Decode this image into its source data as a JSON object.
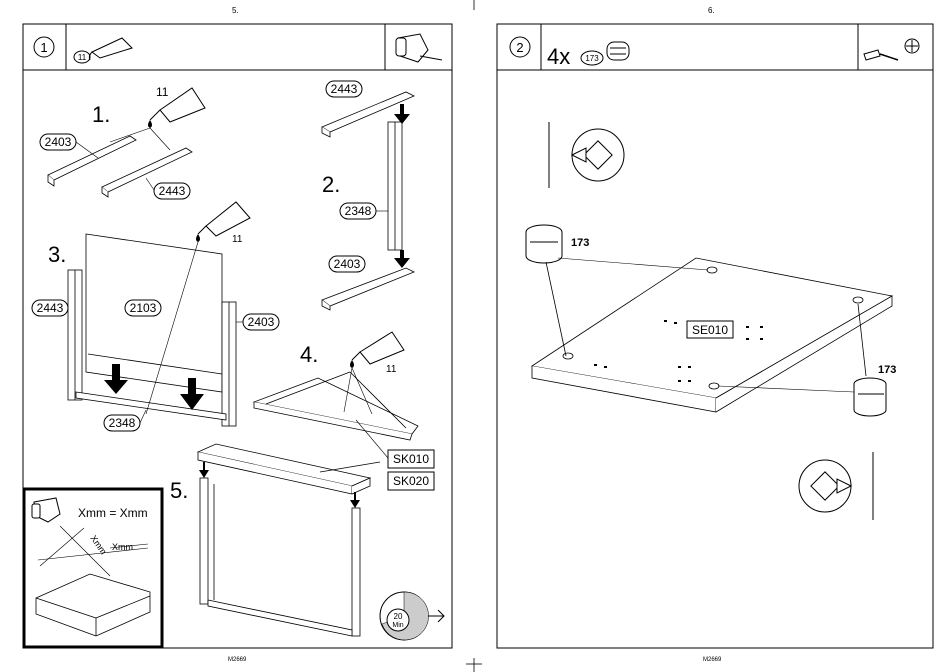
{
  "left_page": {
    "page_number": "5.",
    "footer": "M2669",
    "step_circle": "1",
    "glue_ref": "11",
    "sub_steps": [
      "1.",
      "2.",
      "3.",
      "4.",
      "5."
    ],
    "parts": {
      "p2403": "2403",
      "p2443": "2443",
      "p2348": "2348",
      "p2103": "2103",
      "sk010": "SK010",
      "sk020": "SK020"
    },
    "glue_label": "11",
    "inset_text": "Xmm = Xmm",
    "inset_xmm": "Xmm",
    "timer": {
      "value": "20",
      "unit": "Min"
    }
  },
  "right_page": {
    "page_number": "6.",
    "footer": "M2669",
    "step_circle": "2",
    "qty": "4x",
    "part_ref": "173",
    "part_label": "173",
    "board_label": "SE010"
  }
}
